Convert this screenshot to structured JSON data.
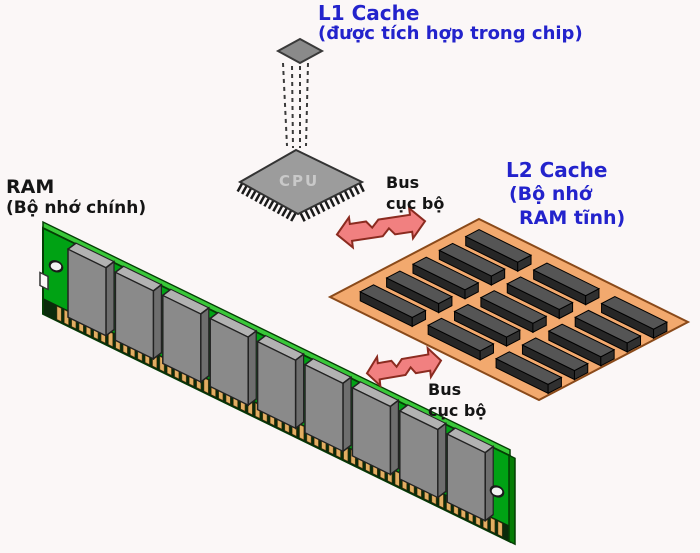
{
  "title_labels": {
    "l1": {
      "title": "L1 Cache",
      "subtitle": "(được tích hợp trong chip)"
    },
    "l2": {
      "title": "L2 Cache",
      "subtitle_line1": "(Bộ nhớ",
      "subtitle_line2": "RAM tĩnh)"
    },
    "ram": {
      "title": "RAM",
      "subtitle": "(Bộ nhớ chính)"
    },
    "cpu": {
      "label": "CPU"
    },
    "bus_cpu_l2": {
      "line1": "Bus",
      "line2": "cục bộ"
    },
    "bus_ram_l2": {
      "line1": "Bus",
      "line2": "cục bộ"
    }
  },
  "figure": {
    "colors": {
      "background": "#FBF7F7",
      "label_blue": "#2323CC",
      "label_black": "#151515",
      "cpu_fill": "#9C9C9C",
      "cpu_outline": "#333333",
      "cpu_text": "#C9C9C9",
      "pin_dark": "#1A1A1A",
      "dash_gray": "#3A3A3A",
      "l1_diamond_fill": "#8A8A8A",
      "arrow_fill": "#F18080",
      "arrow_outline": "#8B2B20",
      "l2_board_fill": "#F2A96E",
      "l2_board_outline": "#8A4A1A",
      "l2_chip_top": "#555555",
      "l2_chip_front": "#262626",
      "l2_chip_side": "#303030",
      "ram_pcb_green": "#00A214",
      "ram_bevel_green": "#39C839",
      "ram_edge_green": "#067D06",
      "ram_outline_green": "#043D04",
      "ram_pin_strip": "#0B2B0B",
      "ram_chip_front": "#8A8A8A",
      "ram_chip_top": "#B2B2B2",
      "ram_chip_side": "#6E6E6E",
      "pin_gold": "#E2AE62",
      "hole_fill": "#F2F2F2"
    },
    "ram_module": {
      "chip_count": 9,
      "gold_pin_count": 61
    },
    "l2_board": {
      "chip_rows": 5,
      "chip_cols": 3
    },
    "cpu_chip": {
      "pins_per_edge": 13
    }
  }
}
